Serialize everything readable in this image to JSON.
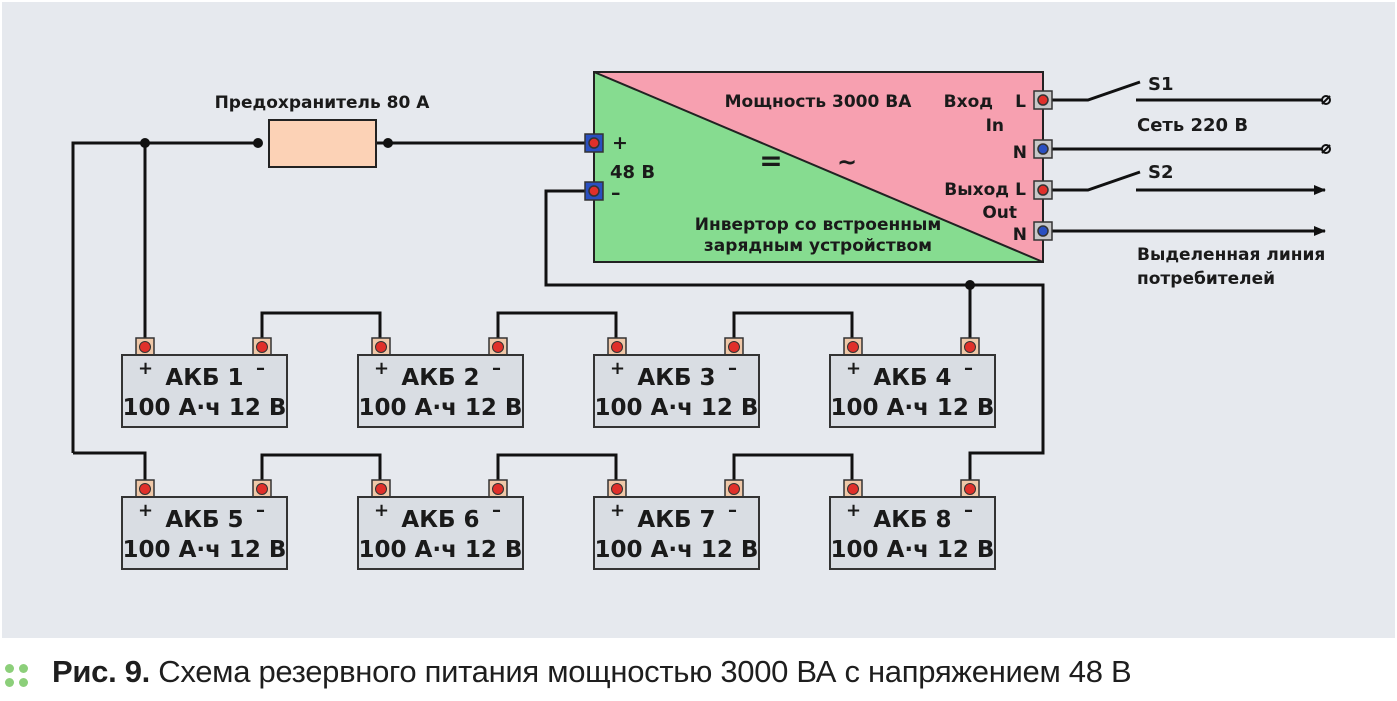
{
  "fuse": {
    "label": "Предохранитель 80 А"
  },
  "inverter": {
    "power": "Мощность 3000 ВА",
    "dc_symbol": "=",
    "ac_symbol": "~",
    "name_line1": "Инвертор со встроенным",
    "name_line2": "зарядным устройством",
    "dc_plus": "+",
    "dc_minus": "–",
    "dc_voltage": "48 В",
    "input_label": "Вход",
    "input_label_en": "In",
    "output_label": "Выход",
    "output_label_en": "Out",
    "in_l": "L",
    "in_n": "N",
    "out_l": "L",
    "out_n": "N"
  },
  "mains": {
    "switch1": "S1",
    "switch2": "S2",
    "grid_label": "Сеть 220 В",
    "load_line1": "Выделенная линия",
    "load_line2": "потребителей"
  },
  "batteries": [
    {
      "name": "АКБ 1",
      "spec": "100 А·ч 12 В",
      "plus": "+",
      "minus": "–"
    },
    {
      "name": "АКБ 2",
      "spec": "100 А·ч 12 В",
      "plus": "+",
      "minus": "–"
    },
    {
      "name": "АКБ 3",
      "spec": "100 А·ч 12 В",
      "plus": "+",
      "minus": "–"
    },
    {
      "name": "АКБ 4",
      "spec": "100 А·ч 12 В",
      "plus": "+",
      "minus": "–"
    },
    {
      "name": "АКБ 5",
      "spec": "100 А·ч 12 В",
      "plus": "+",
      "minus": "–"
    },
    {
      "name": "АКБ 6",
      "spec": "100 А·ч 12 В",
      "plus": "+",
      "minus": "–"
    },
    {
      "name": "АКБ 7",
      "spec": "100 А·ч 12 В",
      "plus": "+",
      "minus": "–"
    },
    {
      "name": "АКБ 8",
      "spec": "100 А·ч 12 В",
      "plus": "+",
      "minus": "–"
    }
  ],
  "caption": {
    "label": "Рис. 9.",
    "text": "Схема резервного питания мощностью 3000 ВА с напряжением 48 В"
  },
  "colors": {
    "panel_bg": "#e6e9ee",
    "wire": "#111111",
    "fuse_fill": "#fcd2b6",
    "inverter_ac": "#f7a0b0",
    "inverter_dc": "#86dc90",
    "battery_fill": "#d9dde3",
    "terminal_red": "#e0302a",
    "terminal_blue": "#2a4fc0",
    "terminal_box": "#f0c8a8",
    "caption_dots": "#8ccf7a"
  }
}
